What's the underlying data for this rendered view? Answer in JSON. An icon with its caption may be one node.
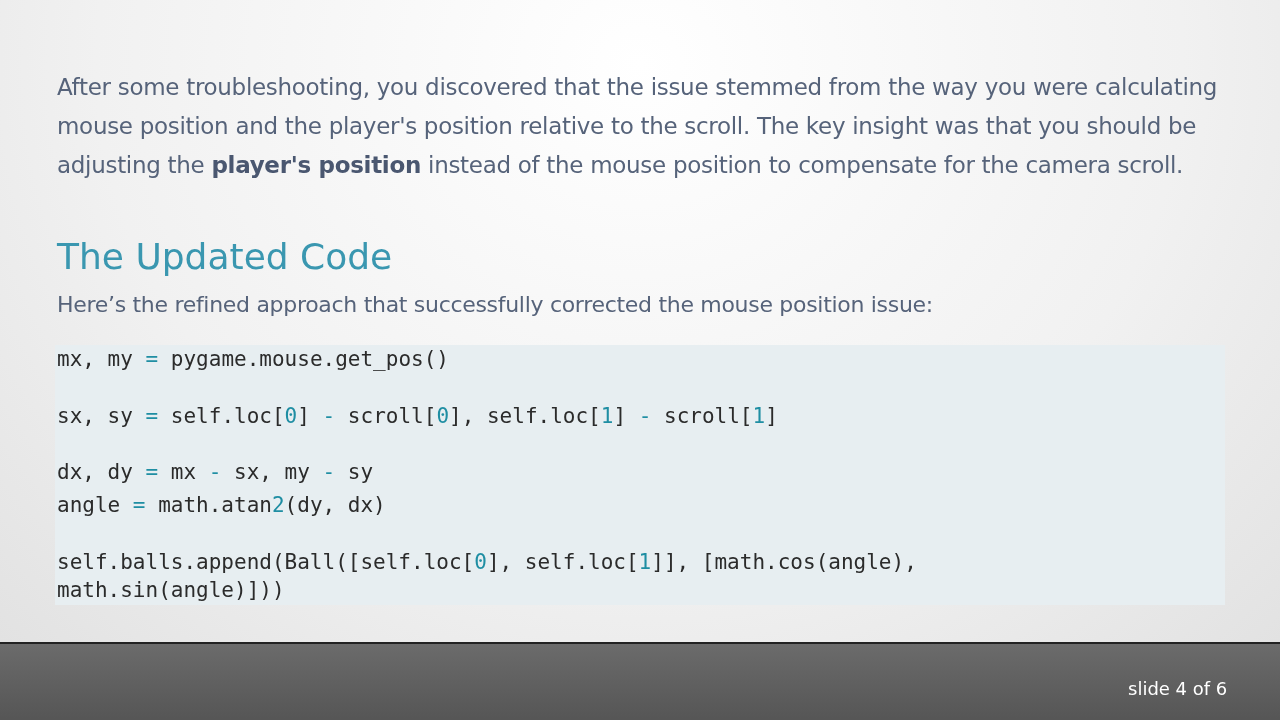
{
  "diagram": {
    "title": "The Updated Code",
    "labels": [
      "After some troubleshooting, you discovered that the issue stemmed from the way you were calculating mouse position and the player's position relative to the scroll. The key insight was that you should be adjusting the **player's position** instead of the mouse position to compensate for the camera scroll.",
      "Here’s the refined approach that successfully corrected the mouse position issue:",
      "mx, my = pygame.mouse.get_pos()",
      "sx, sy = self.loc[0] - scroll[0], self.loc[1] - scroll[1]",
      "dx, dy = mx - sx, my - sy",
      "angle = math.atan2(dy, dx)",
      "self.balls.append(Ball([self.loc[0], self.loc[1]], [math.cos(angle), math.sin(angle)]))",
      "slide 4 of 6"
    ]
  }
}
